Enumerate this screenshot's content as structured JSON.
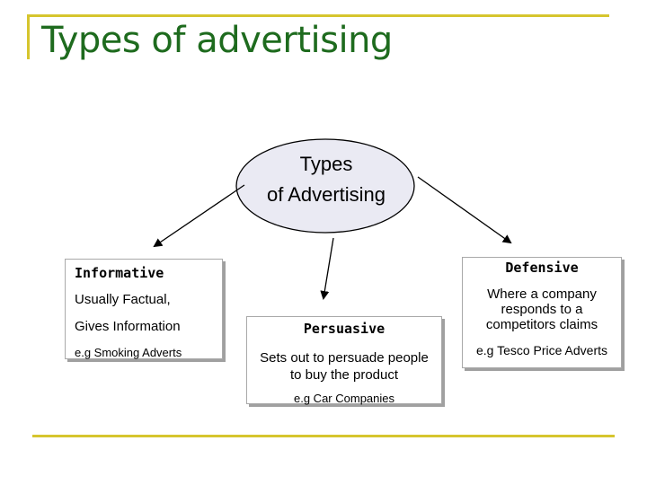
{
  "title": "Types of advertising",
  "hub": {
    "line1": "Types",
    "line2": "of Advertising"
  },
  "informative": {
    "heading": "Informative",
    "line1": "Usually Factual,",
    "line2": "Gives Information",
    "example": "e.g Smoking Adverts"
  },
  "persuasive": {
    "heading": "Persuasive",
    "line1": "Sets out to persuade people",
    "line2": "to buy the product",
    "example": "e.g Car Companies"
  },
  "defensive": {
    "heading": "Defensive",
    "line1": "Where a company",
    "line2": "responds to a",
    "line3": "competitors claims",
    "example": "e.g Tesco Price Adverts"
  },
  "colors": {
    "title": "#1e6b1e",
    "frame": "#d6c52e",
    "hub_fill": "#eaeaf3"
  }
}
